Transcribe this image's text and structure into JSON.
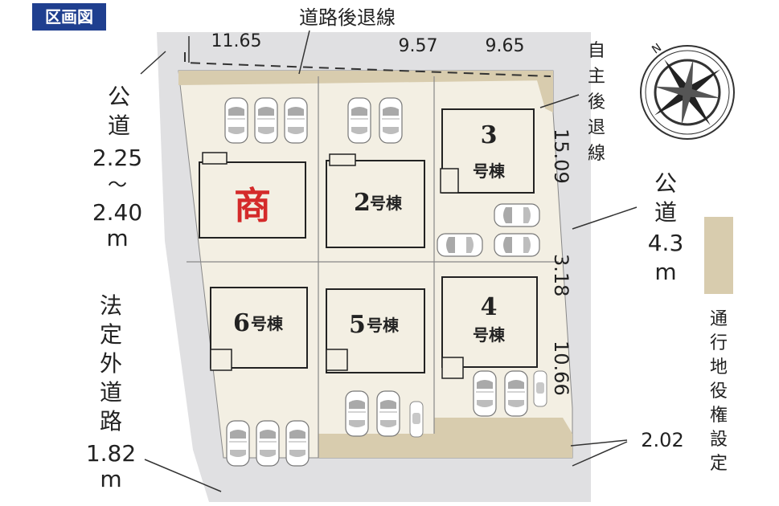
{
  "title_badge": "区画図",
  "road_setback_top": "道路後退線",
  "dimensions": {
    "top_left": "11.65",
    "top_mid": "9.57",
    "top_right": "9.65",
    "right_upper": "15.09",
    "right_mid": "3.18",
    "right_lower": "10.66",
    "bottom_right": "2.02"
  },
  "self_setback": "自主後退線",
  "left_road": {
    "name": "公道",
    "width_from": "2.25",
    "tilde": "〜",
    "width_to": "2.40",
    "unit": "m"
  },
  "right_road": {
    "name": "公道",
    "width": "4.3",
    "unit": "m"
  },
  "outside_road": {
    "name": "法定外道路",
    "width": "1.82",
    "unit": "m"
  },
  "easement_legend": "通行地役権設定",
  "lots": {
    "shop": "商",
    "lot2_num": "2",
    "lot2_suffix": "号棟",
    "lot3_num": "3",
    "lot3_suffix": "号棟",
    "lot4_num": "4",
    "lot4_suffix": "号棟",
    "lot5_num": "5",
    "lot5_suffix": "号棟",
    "lot6_num": "6",
    "lot6_suffix": "号棟"
  },
  "compass_letter": "N",
  "colors": {
    "badge": "#1f3f8f",
    "road": "#e0e0e2",
    "lot": "#f3efe3",
    "easement": "#d8ccae",
    "shop_text": "#d42a2a"
  }
}
